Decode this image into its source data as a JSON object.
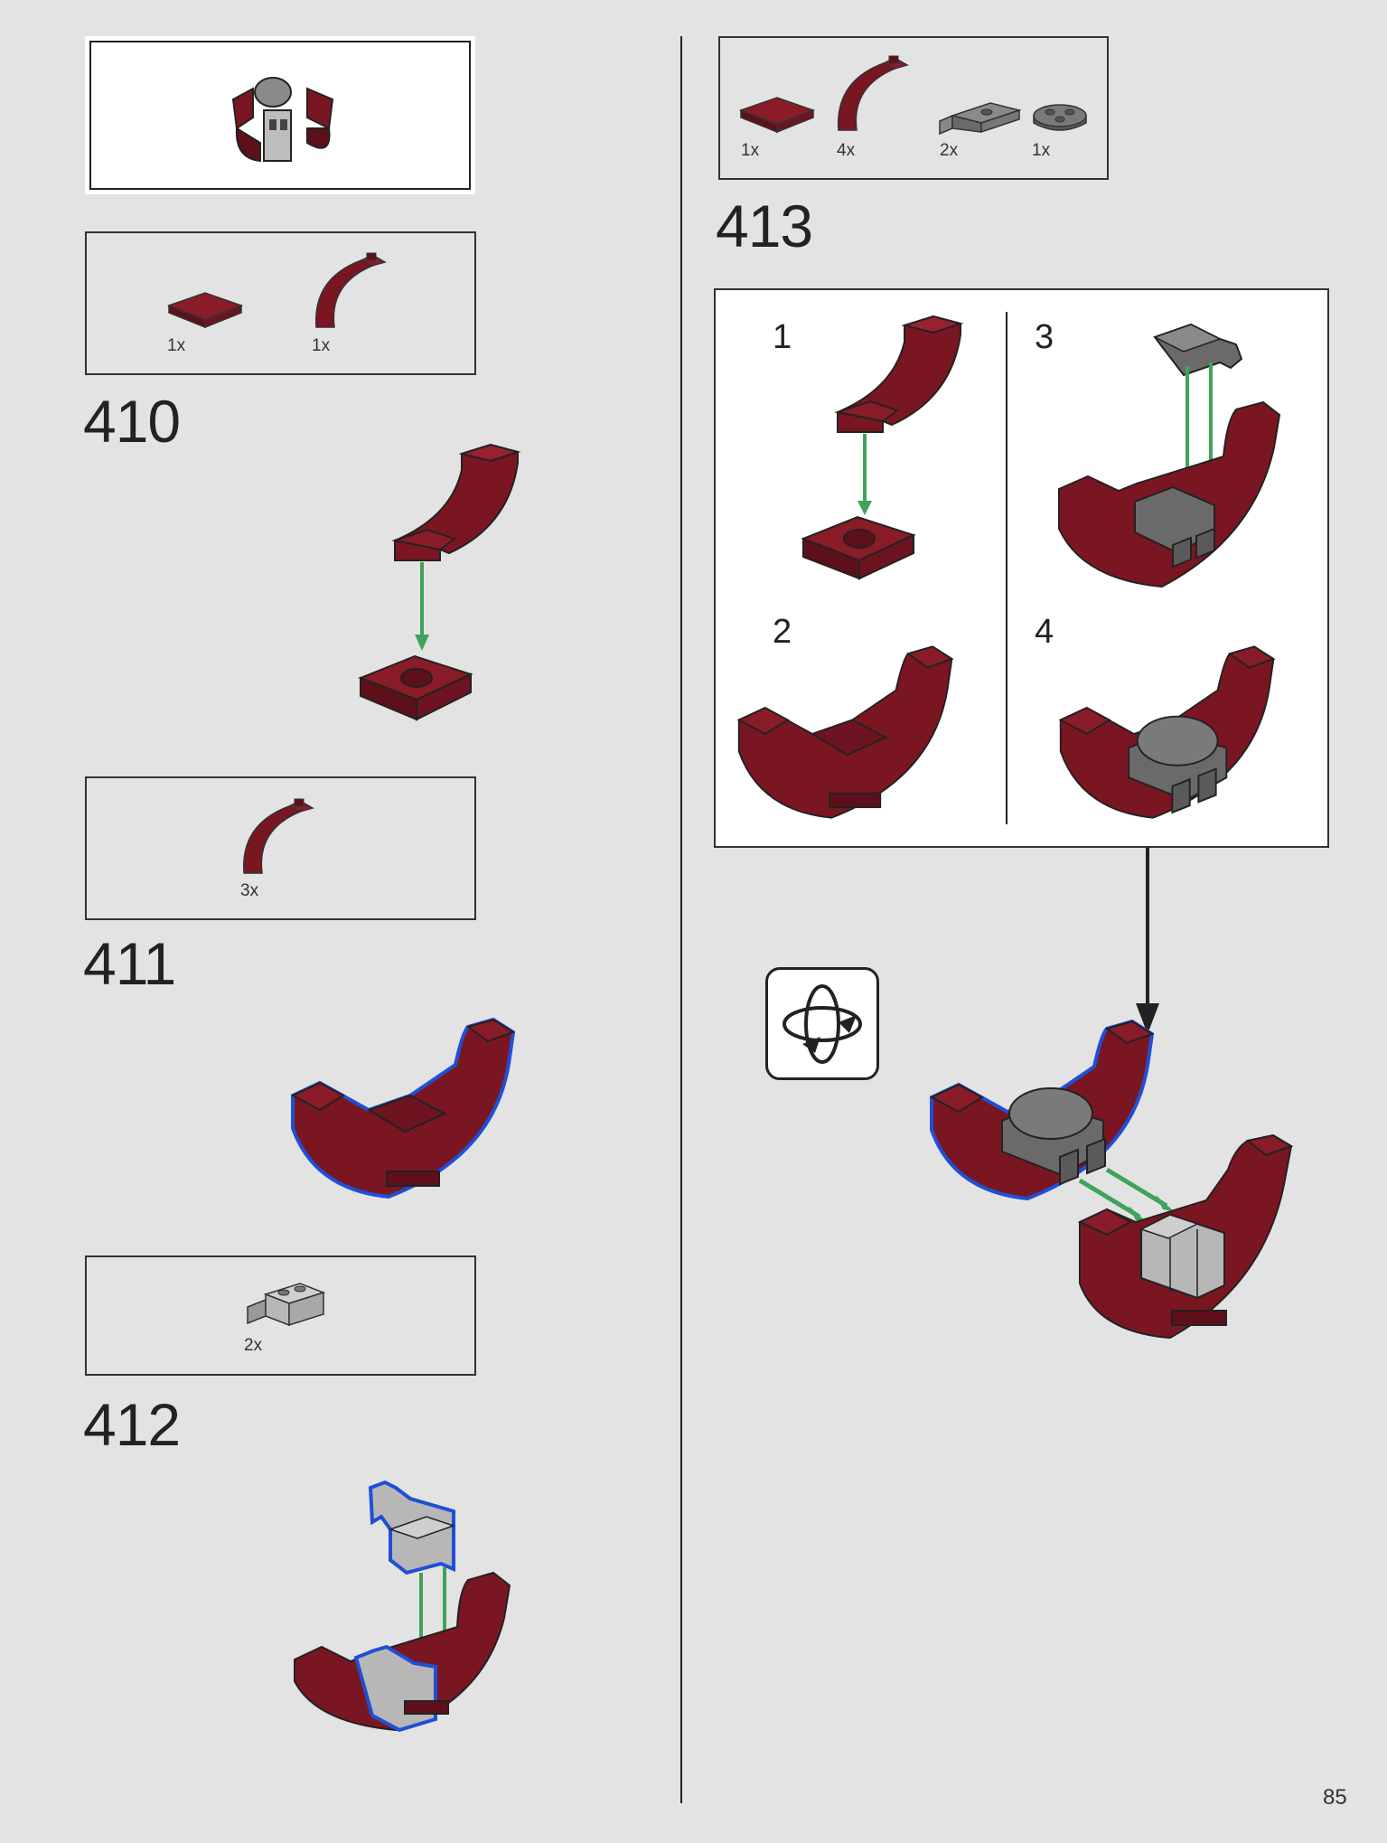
{
  "page_number": "85",
  "colors": {
    "dark_red": "#7a1622",
    "dark_red_side": "#5e101a",
    "light_gray": "#b7b7b7",
    "dark_gray": "#6a6a6a",
    "arrow_green": "#3fa35a",
    "highlight_blue": "#1f4fd6",
    "background": "#e3e3e3"
  },
  "steps": {
    "s410": {
      "number": "410",
      "parts": [
        {
          "qty": "1x",
          "icon": "tile-2x2-icon"
        },
        {
          "qty": "1x",
          "icon": "curved-slope-icon"
        }
      ]
    },
    "s411": {
      "number": "411",
      "parts": [
        {
          "qty": "3x",
          "icon": "curved-slope-icon"
        }
      ]
    },
    "s412": {
      "number": "412",
      "parts": [
        {
          "qty": "2x",
          "icon": "hinge-brick-icon"
        }
      ]
    },
    "s413": {
      "number": "413",
      "parts": [
        {
          "qty": "1x",
          "icon": "tile-2x2-icon"
        },
        {
          "qty": "4x",
          "icon": "curved-slope-icon"
        },
        {
          "qty": "2x",
          "icon": "hinge-plate-icon"
        },
        {
          "qty": "1x",
          "icon": "round-plate-icon"
        }
      ],
      "substeps": [
        "1",
        "2",
        "3",
        "4"
      ]
    }
  }
}
